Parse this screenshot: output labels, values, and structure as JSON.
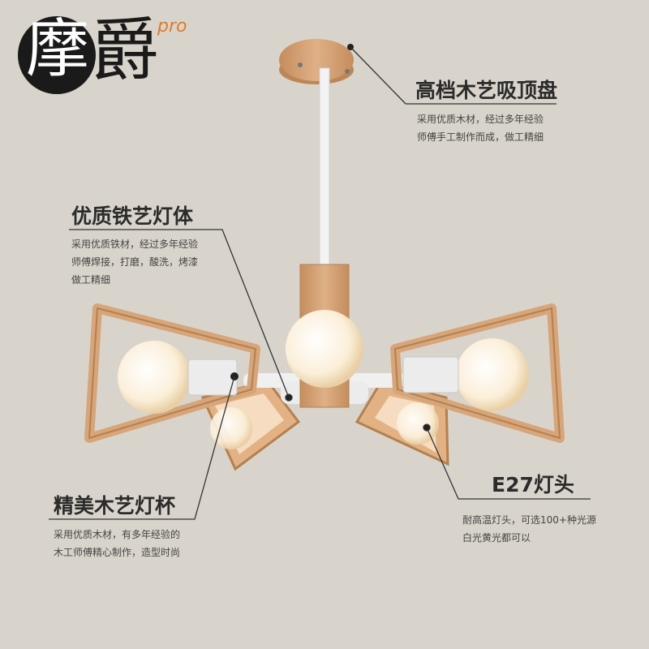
{
  "brand": {
    "logo_char_1": "摩",
    "logo_char_2": "爵",
    "logo_suffix": "pro"
  },
  "callouts": {
    "ceiling": {
      "title": "高档木艺吸顶盘",
      "lines": [
        "采用优质木材，经过多年经验",
        "师傅手工制作而成，做工精细"
      ]
    },
    "body": {
      "title": "优质铁艺灯体",
      "lines": [
        "采用优质铁材，经过多年经验",
        "师傅焊接，打磨，酸洗，烤漆",
        "做工精细"
      ]
    },
    "cup": {
      "title": "精美木艺灯杯",
      "lines": [
        "采用优质木材，有多年经验的",
        "木工师傅精心制作，造型时尚"
      ]
    },
    "socket": {
      "title": "E27灯头",
      "lines": [
        "耐高温灯头，可选100+种光源",
        "白光黄光都可以"
      ]
    }
  },
  "colors": {
    "background": "#d9d4cb",
    "wood": "#d7a57a",
    "bulb": "#fbefd9",
    "logo_circle": "#1a1a1a",
    "accent": "#e07b2a"
  }
}
